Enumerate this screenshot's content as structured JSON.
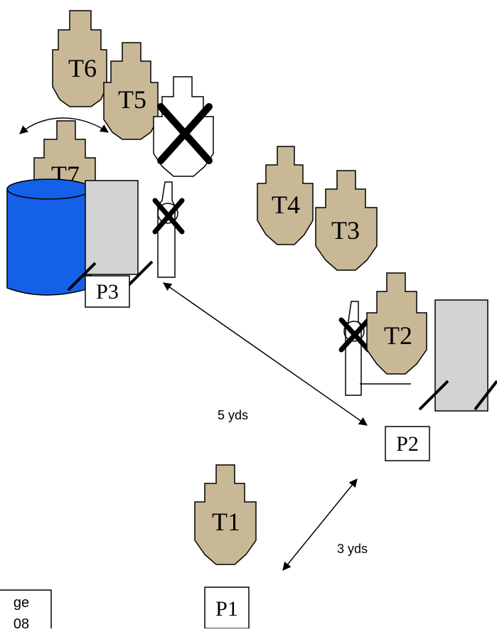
{
  "colors": {
    "target_fill": "#c9b896",
    "noshoot_fill": "#ffffff",
    "barrel_fill": "#1560e8",
    "barricade_fill": "#d3d3d3",
    "ink": "#000000"
  },
  "targets": [
    {
      "id": "t6",
      "label": "T6"
    },
    {
      "id": "t5",
      "label": "T5"
    },
    {
      "id": "t7",
      "label": "T7"
    },
    {
      "id": "t4",
      "label": "T4"
    },
    {
      "id": "t3",
      "label": "T3"
    },
    {
      "id": "t2",
      "label": "T2"
    },
    {
      "id": "t1",
      "label": "T1"
    }
  ],
  "positions": [
    {
      "id": "p3",
      "label": "P3"
    },
    {
      "id": "p2",
      "label": "P2"
    },
    {
      "id": "p1",
      "label": "P1"
    }
  ],
  "distances": {
    "p3_p2": "5 yds",
    "p1_p2": "3 yds"
  },
  "corner_note": {
    "line1": "ge",
    "line2": "08"
  }
}
